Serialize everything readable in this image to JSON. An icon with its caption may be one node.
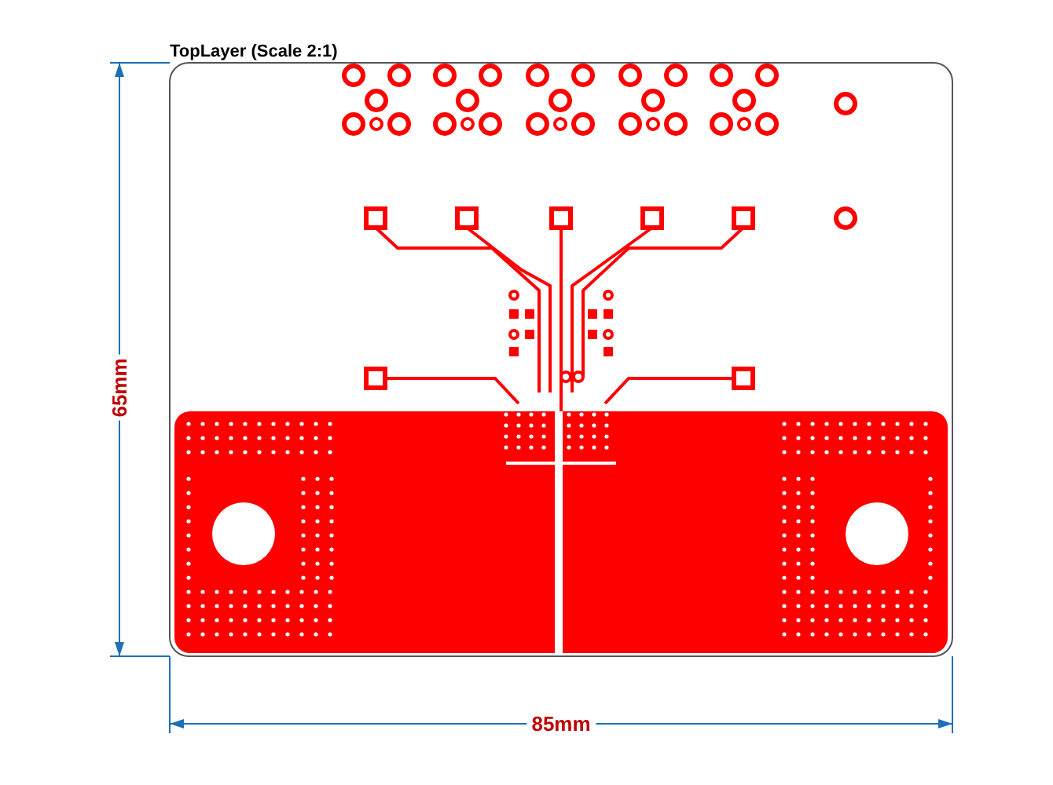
{
  "diagram": {
    "title": "TopLayer (Scale 2:1)",
    "labels": [
      "65mm",
      "85mm"
    ]
  }
}
